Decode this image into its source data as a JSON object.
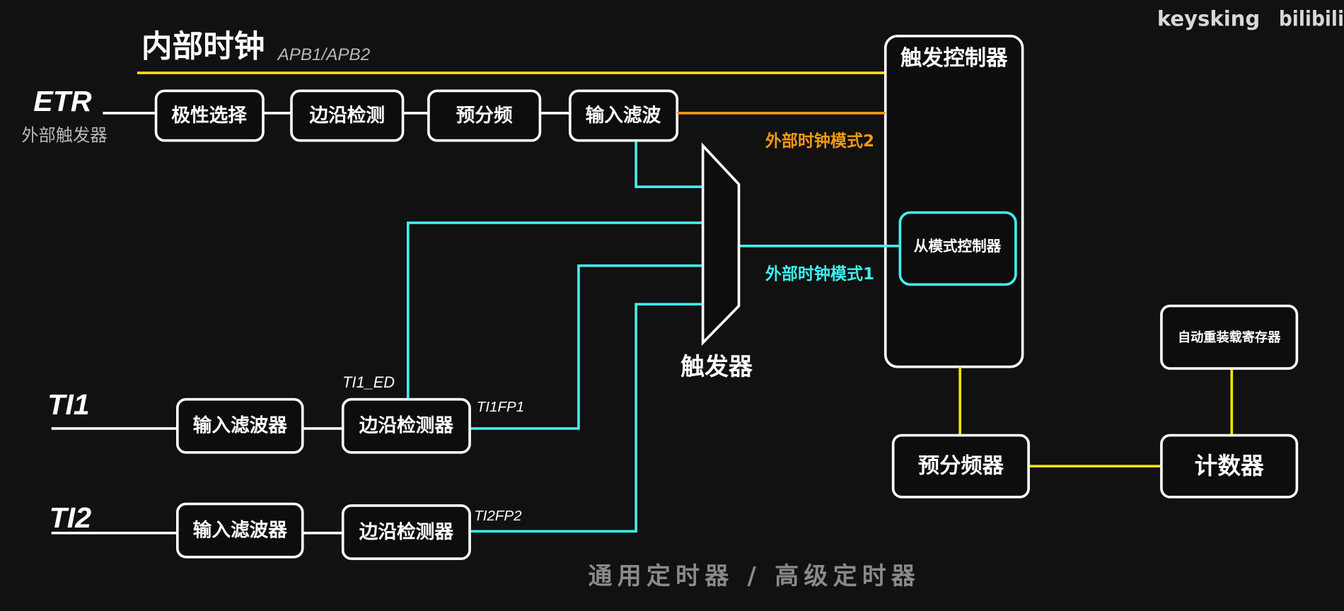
{
  "watermark": {
    "brand": "keysking",
    "platform": "bilibili"
  },
  "colors": {
    "background": "#111111",
    "internal_clock": "#f2e600",
    "mode2": "#f29a10",
    "mode1": "#3ff0f0",
    "box": "#ffffff"
  },
  "internal_clock": {
    "title": "内部时钟",
    "bus": "APB1/APB2"
  },
  "etr": {
    "label": "ETR",
    "sublabel": "外部触发器",
    "blocks": [
      "极性选择",
      "边沿检测",
      "预分频",
      "输入滤波"
    ]
  },
  "mode2_label": "外部时钟模式2",
  "mode1_label": "外部时钟模式1",
  "trigger_mux_label": "触发器",
  "trigger_controller": {
    "title": "触发控制器",
    "slave_mode": "从模式控制器"
  },
  "ti1": {
    "label": "TI1",
    "filter": "输入滤波器",
    "edge": "边沿检测器",
    "ed_signal": "TI1_ED",
    "fp_signal": "TI1FP1"
  },
  "ti2": {
    "label": "TI2",
    "filter": "输入滤波器",
    "edge": "边沿检测器",
    "fp_signal": "TI2FP2"
  },
  "counter_section": {
    "auto_reload": "自动重装载寄存器",
    "prescaler": "预分频器",
    "counter": "计数器"
  },
  "footer": "通用定时器 / 高级定时器"
}
